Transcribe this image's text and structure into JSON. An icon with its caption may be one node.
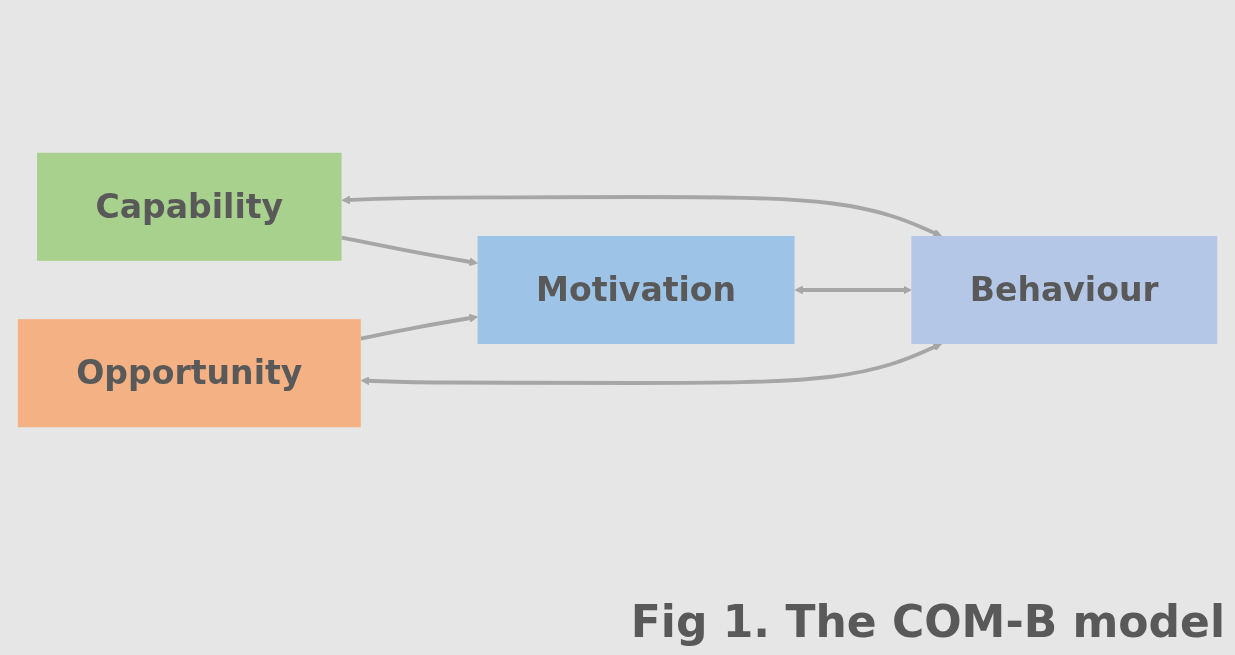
{
  "diagram": {
    "caption": "Fig 1. The COM-B model",
    "nodes": [
      {
        "text": [
          "Capability"
        ]
      },
      {
        "text": [
          "Motivation"
        ]
      },
      {
        "text": [
          "Opportunity"
        ]
      },
      {
        "text": [
          "Behaviour"
        ]
      }
    ],
    "edges": [
      {
        "from": 0,
        "to": 1,
        "arrow": "to"
      },
      {
        "from": 2,
        "to": 1,
        "arrow": "to"
      },
      {
        "from": 0,
        "to": 3,
        "arrow": "both"
      },
      {
        "from": 1,
        "to": 3,
        "arrow": "both"
      },
      {
        "from": 2,
        "to": 3,
        "arrow": "both"
      }
    ]
  }
}
